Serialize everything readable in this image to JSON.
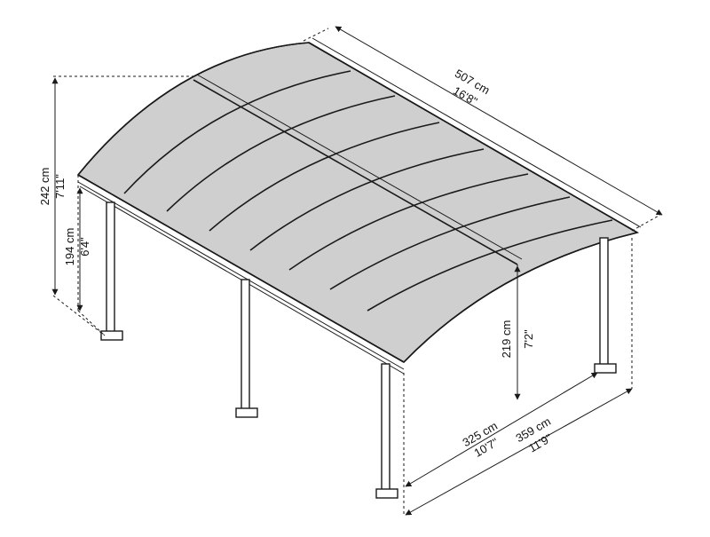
{
  "dimensions": {
    "length_cm": "507 cm",
    "length_ft": "16'8\"",
    "total_height_cm": "242 cm",
    "total_height_ft": "7'11\"",
    "side_height_cm": "194 cm",
    "side_height_ft": "6'4\"",
    "front_height_cm": "219 cm",
    "front_height_ft": "7'2\"",
    "inner_width_cm": "325 cm",
    "inner_width_ft": "10'7\"",
    "outer_width_cm": "359 cm",
    "outer_width_ft": "11'9\""
  },
  "colors": {
    "line": "#1a1a1a",
    "roof_panel": "#cfcfcf",
    "background": "#ffffff"
  }
}
